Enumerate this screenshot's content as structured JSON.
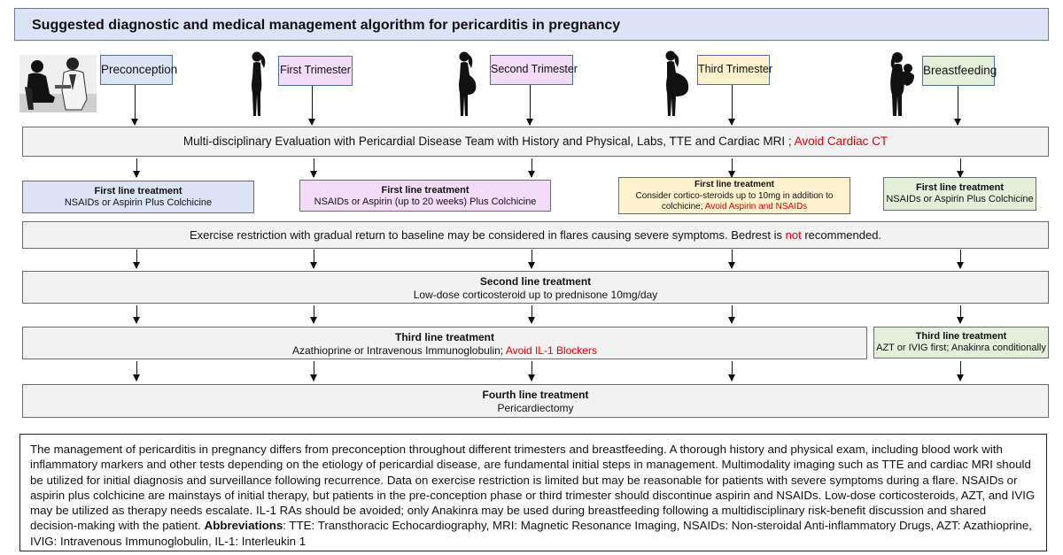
{
  "title": "Suggested diagnostic and medical management algorithm for pericarditis in pregnancy",
  "stages": {
    "preconception": "Preconception",
    "first": "First Trimester",
    "second": "Second Trimester",
    "third": "Third Trimester",
    "breastfeeding": "Breastfeeding"
  },
  "evaluation": {
    "text": "Multi-disciplinary Evaluation with Pericardial Disease Team with History and Physical, Labs, TTE and Cardiac MRI ; ",
    "warning": "Avoid Cardiac CT"
  },
  "first_line": {
    "preconception": {
      "heading": "First line treatment",
      "text": "NSAIDs or Aspirin Plus Colchicine"
    },
    "pregnancy": {
      "heading": "First line treatment",
      "text": "NSAIDs or Aspirin (up to 20 weeks) Plus Colchicine"
    },
    "third_trimester": {
      "heading": "First line treatment",
      "line1": "Consider cortico-steroids up to 10mg  in addition to",
      "line2": "colchicine;  ",
      "warning": "Avoid Aspirin and NSAIDs"
    },
    "breastfeeding": {
      "heading": "First line treatment",
      "text": "NSAIDs or Aspirin Plus Colchicine"
    }
  },
  "exercise": {
    "text": "Exercise restriction with gradual return to baseline may be considered in flares causing severe symptoms. Bedrest is ",
    "emphasis": "not",
    "tail": " recommended."
  },
  "second_line": {
    "heading": "Second line treatment",
    "text": "Low-dose corticosteroid up to prednisone 10mg/day"
  },
  "third_line": {
    "heading": "Third line treatment",
    "text": "Azathioprine or Intravenous Immunoglobulin; ",
    "warning": "Avoid IL-1 Blockers"
  },
  "third_line_breastfeeding": {
    "heading": "Third line treatment",
    "text": "AZT or IVIG first; Anakinra conditionally"
  },
  "fourth_line": {
    "heading": "Fourth line treatment",
    "text": "Pericardiectomy"
  },
  "summary": {
    "body": "The management of pericarditis in pregnancy differs from preconception throughout different trimesters and breastfeeding. A thorough history and physical exam, including blood work with inflammatory markers and other tests depending on the etiology of pericardial disease, are fundamental initial steps in management. Multimodality imaging such as TTE and cardiac MRI should be utilized for initial diagnosis and surveillance following recurrence. Data on exercise restriction is limited but may be reasonable for patients with severe symptoms during a flare. NSAIDs or aspirin plus colchicine are mainstays of initial therapy, but patients in the pre-conception phase or third trimester should discontinue aspirin and NSAIDs. Low-dose corticosteroids, AZT, and IVIG may be utilized as therapy needs escalate. IL-1 RAs should be avoided; only Anakinra may be used during breastfeeding following a multidisciplinary risk-benefit discussion and shared decision-making with the patient. ",
    "abbr_label": "Abbreviations",
    "abbr_text": ": TTE: Transthoracic Echocardiography, MRI: Magnetic Resonance Imaging, NSAIDs: Non-steroidal Anti-inflammatory Drugs, AZT: Azathioprine, IVIG: Intravenous Immunoglobulin, IL-1: Interleukin 1"
  },
  "colors": {
    "preconception": "#dbe4f4",
    "first_trimester": "#f3dcf8",
    "second_trimester": "#f3dcf8",
    "third_trimester": "#fff2cc",
    "breastfeeding": "#e2efda",
    "neutral": "#f2f2f2",
    "warning": "#e00000"
  },
  "icons": [
    "consultation-photo",
    "woman-silhouette-icon",
    "pregnant-silhouette-icon",
    "pregnant-late-silhouette-icon",
    "mother-baby-silhouette-icon"
  ]
}
